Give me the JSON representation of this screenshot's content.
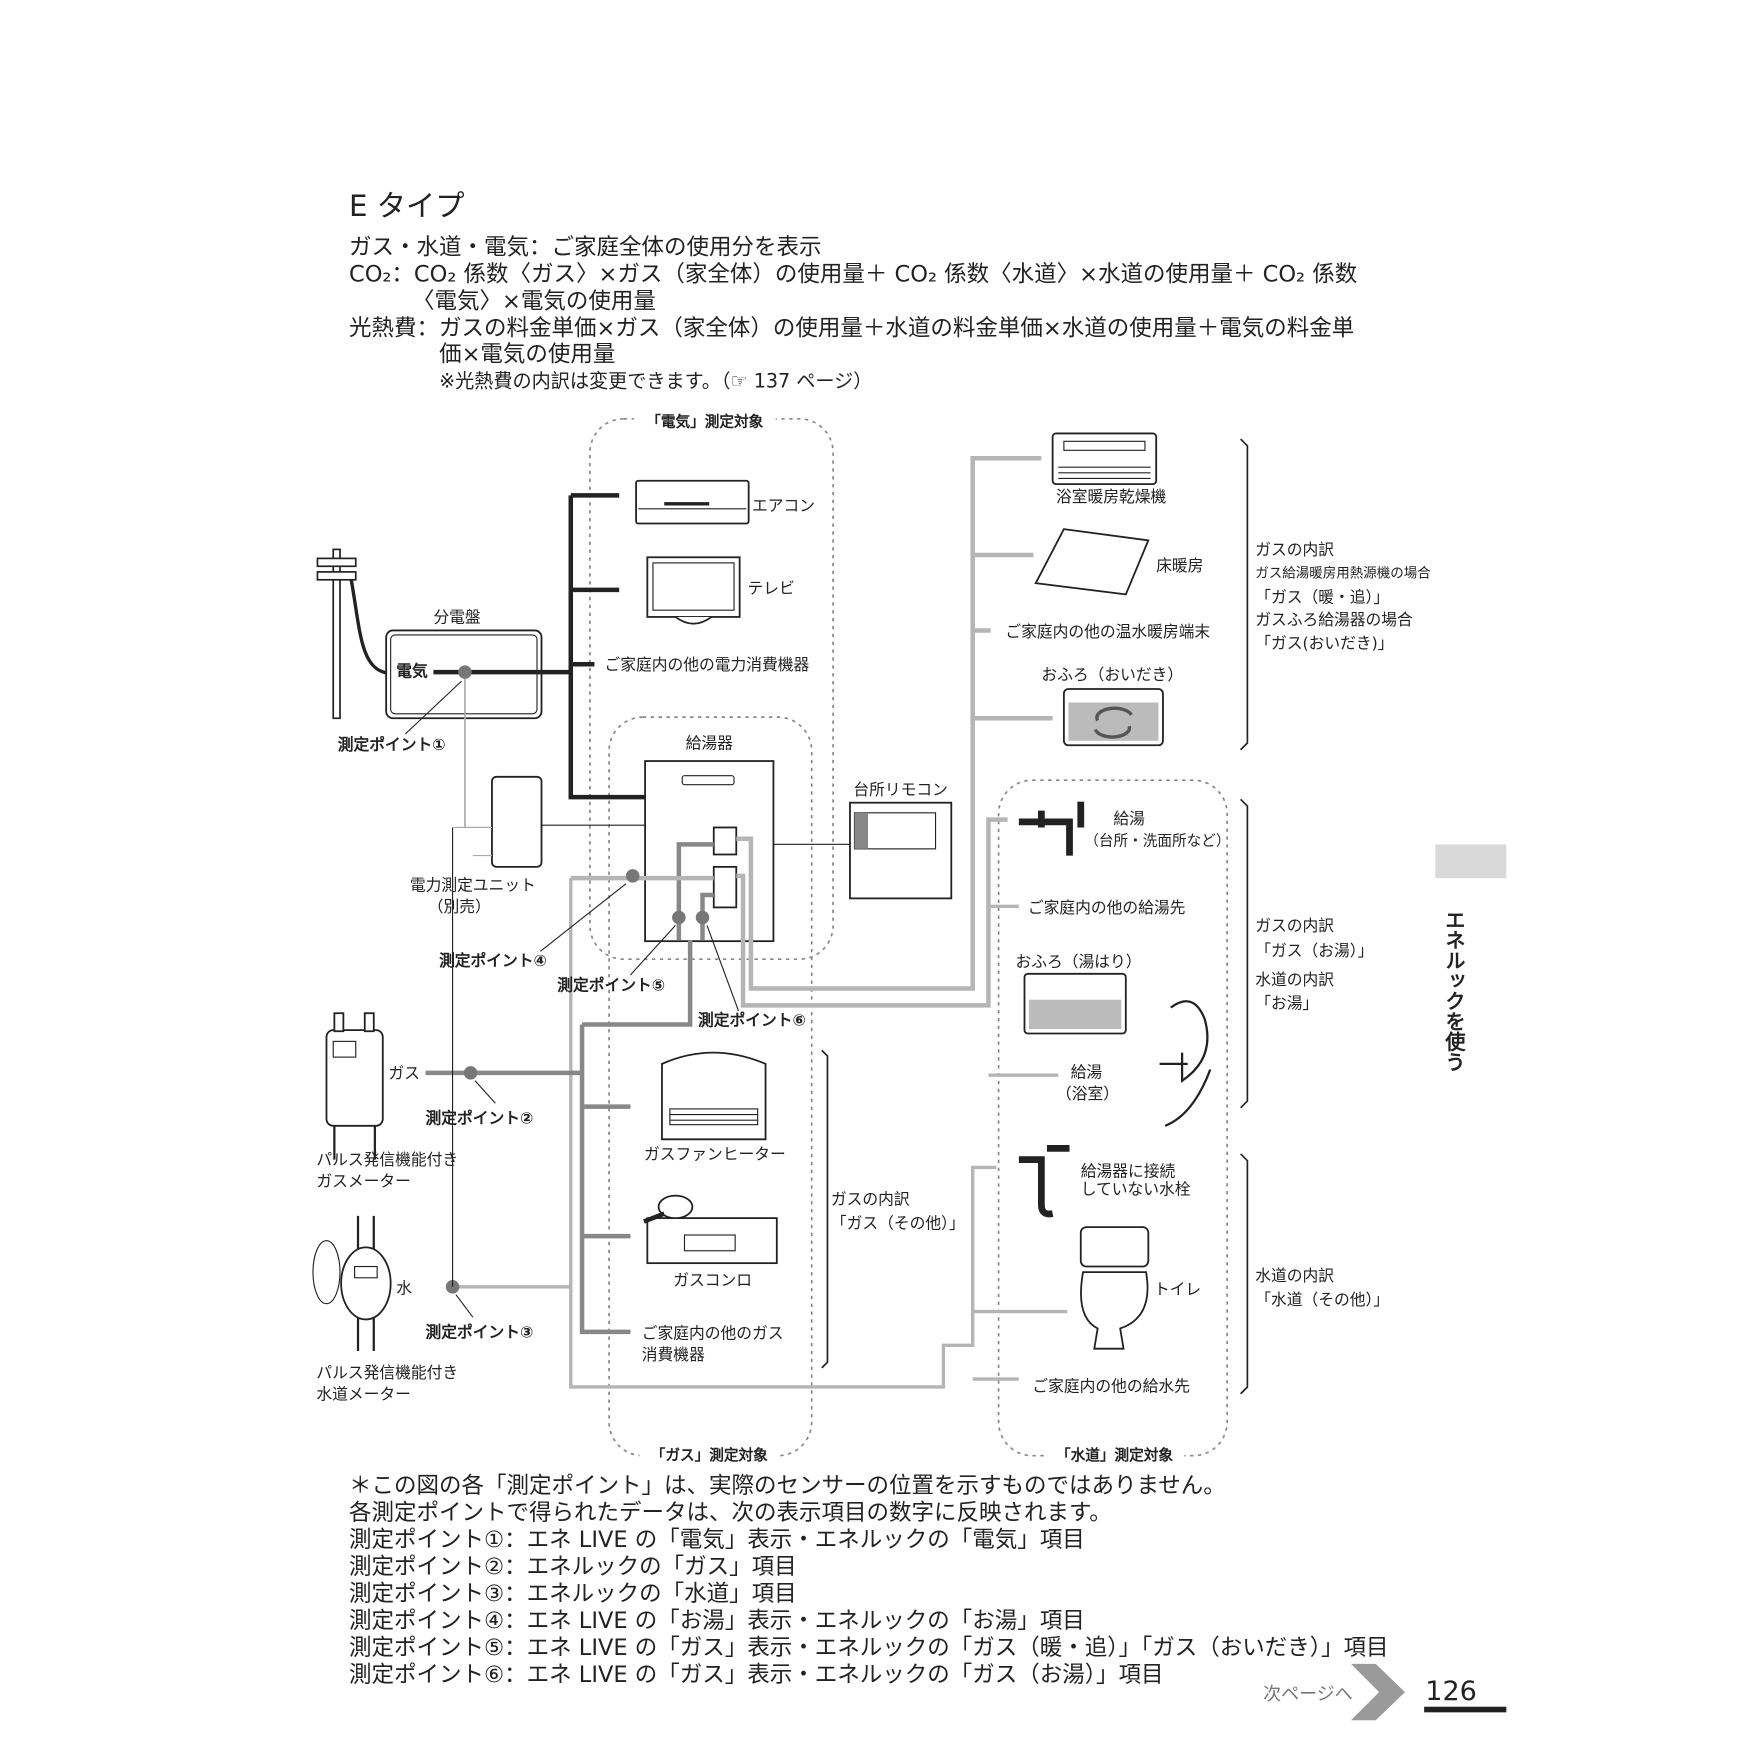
{
  "heading": "E タイプ",
  "intro": [
    "ガス・水道・電気：ご家庭全体の使用分を表示",
    "CO₂：CO₂ 係数〈ガス〉×ガス（家全体）の使用量＋ CO₂ 係数〈水道〉×水道の使用量＋ CO₂ 係数",
    "〈電気〉×電気の使用量",
    "光熱費：ガスの料金単価×ガス（家全体）の使用量＋水道の料金単価×水道の使用量＋電気の料金単",
    "価×電気の使用量",
    "※光熱費の内訳は変更できます。（☞ 137 ページ）"
  ],
  "diagram": {
    "zones": {
      "electric": "「電気」測定対象",
      "gas": "「ガス」測定対象",
      "water": "「水道」測定対象"
    },
    "panel": {
      "title": "分電盤",
      "inner": "電気"
    },
    "electric_items": [
      "エアコン",
      "テレビ",
      "ご家庭内の他の電力消費機器"
    ],
    "water_heater": "給湯器",
    "remote": "台所リモコン",
    "power_unit": [
      "電力測定ユニット",
      "（別売）"
    ],
    "heating_items": [
      "浴室暖房乾燥機",
      "床暖房",
      "ご家庭内の他の温水暖房端末",
      "おふろ（おいだき）"
    ],
    "hot_water_items": [
      "給湯",
      "（台所・洗面所など）",
      "ご家庭内の他の給湯先",
      "おふろ（湯はり）",
      "給湯",
      "（浴室）"
    ],
    "cold_water_items": [
      "給湯器に接続",
      "していない水栓",
      "トイレ",
      "ご家庭内の他の給水先"
    ],
    "gas_items": [
      "ガスファンヒーター",
      "ガスコンロ",
      "ご家庭内の他のガス",
      "消費機器"
    ],
    "gas_meter": {
      "line": "ガス",
      "label": [
        "パルス発信機能付き",
        "ガスメーター"
      ]
    },
    "water_meter": {
      "line": "水",
      "label": [
        "パルス発信機能付き",
        "水道メーター"
      ]
    },
    "points": [
      "測定ポイント①",
      "測定ポイント②",
      "測定ポイント③",
      "測定ポイント④",
      "測定ポイント⑤",
      "測定ポイント⑥"
    ],
    "notes": {
      "heating": [
        "ガスの内訳",
        "ガス給湯暖房用熱源機の場合",
        "「ガス（暖・追）」",
        "ガスふろ給湯器の場合",
        "「ガス(おいだき)」"
      ],
      "hot": [
        "ガスの内訳",
        "「ガス（お湯）」",
        "水道の内訳",
        "「お湯」"
      ],
      "gas_other": [
        "ガスの内訳",
        "「ガス（その他）」"
      ],
      "water_other": [
        "水道の内訳",
        "「水道（その他）」"
      ]
    }
  },
  "footer": [
    "＊この図の各「測定ポイント」は、実際のセンサーの位置を示すものではありません。",
    "各測定ポイントで得られたデータは、次の表示項目の数字に反映されます。",
    "測定ポイント①：エネ LIVE の「電気」表示・エネルックの「電気」項目",
    "測定ポイント②：エネルックの「ガス」項目",
    "測定ポイント③：エネルックの「水道」項目",
    "測定ポイント④：エネ LIVE の「お湯」表示・エネルックの「お湯」項目",
    "測定ポイント⑤：エネ LIVE の「ガス」表示・エネルックの「ガス（暖・追）」「ガス（おいだき）」項目",
    "測定ポイント⑥：エネ LIVE の「ガス」表示・エネルックの「ガス（お湯）」項目"
  ],
  "side_tab": "エネルックを使う",
  "next_page": "次ページへ",
  "page_number": "126"
}
